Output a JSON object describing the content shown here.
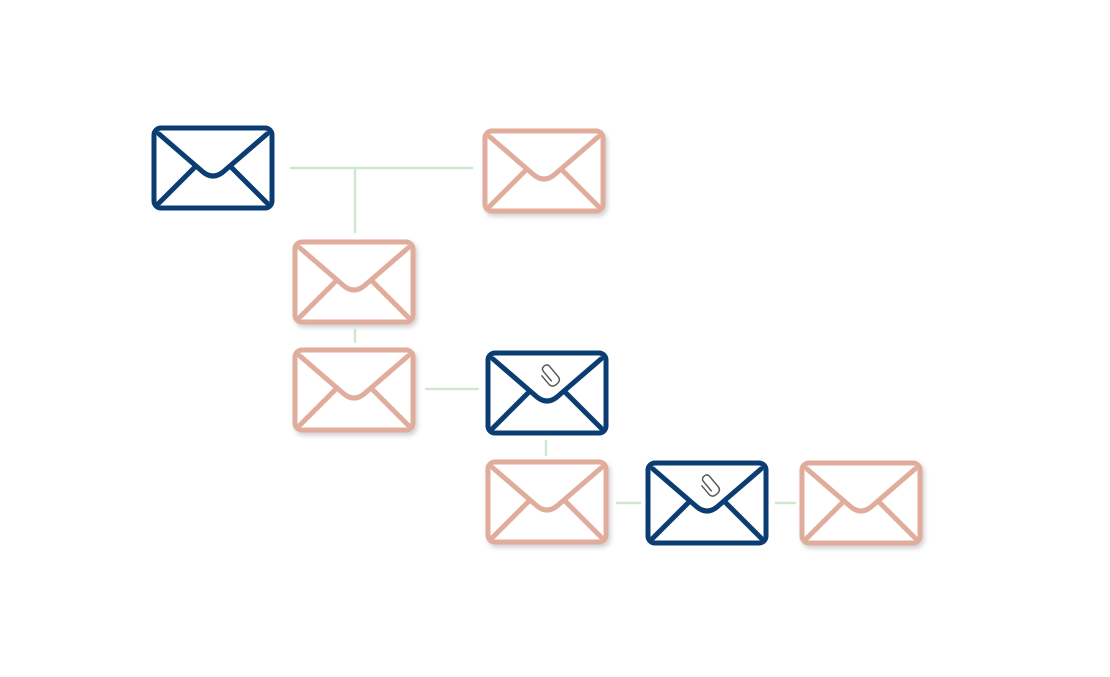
{
  "colors": {
    "background": "#ffffff",
    "primary_envelope": "#0b3d73",
    "secondary_envelope": "#e0ad9c",
    "connector": "#cfe8cf",
    "shadow": "#d8d8d8"
  },
  "nodes": [
    {
      "id": "node-1",
      "variant": "primary",
      "icon": "envelope-icon",
      "attachment": false
    },
    {
      "id": "node-2",
      "variant": "secondary",
      "icon": "envelope-icon",
      "attachment": false
    },
    {
      "id": "node-3",
      "variant": "secondary",
      "icon": "envelope-icon",
      "attachment": false
    },
    {
      "id": "node-4",
      "variant": "secondary",
      "icon": "envelope-icon",
      "attachment": false
    },
    {
      "id": "node-5",
      "variant": "primary",
      "icon": "envelope-icon",
      "attachment": true
    },
    {
      "id": "node-6",
      "variant": "secondary",
      "icon": "envelope-icon",
      "attachment": false
    },
    {
      "id": "node-7",
      "variant": "primary",
      "icon": "envelope-icon",
      "attachment": true
    },
    {
      "id": "node-8",
      "variant": "secondary",
      "icon": "envelope-icon",
      "attachment": false
    }
  ],
  "connections": [
    {
      "from": "node-1",
      "to": "node-2"
    },
    {
      "from": "node-1",
      "to": "node-3"
    },
    {
      "from": "node-3",
      "to": "node-4"
    },
    {
      "from": "node-4",
      "to": "node-5"
    },
    {
      "from": "node-5",
      "to": "node-6"
    },
    {
      "from": "node-6",
      "to": "node-7"
    },
    {
      "from": "node-7",
      "to": "node-8"
    }
  ]
}
